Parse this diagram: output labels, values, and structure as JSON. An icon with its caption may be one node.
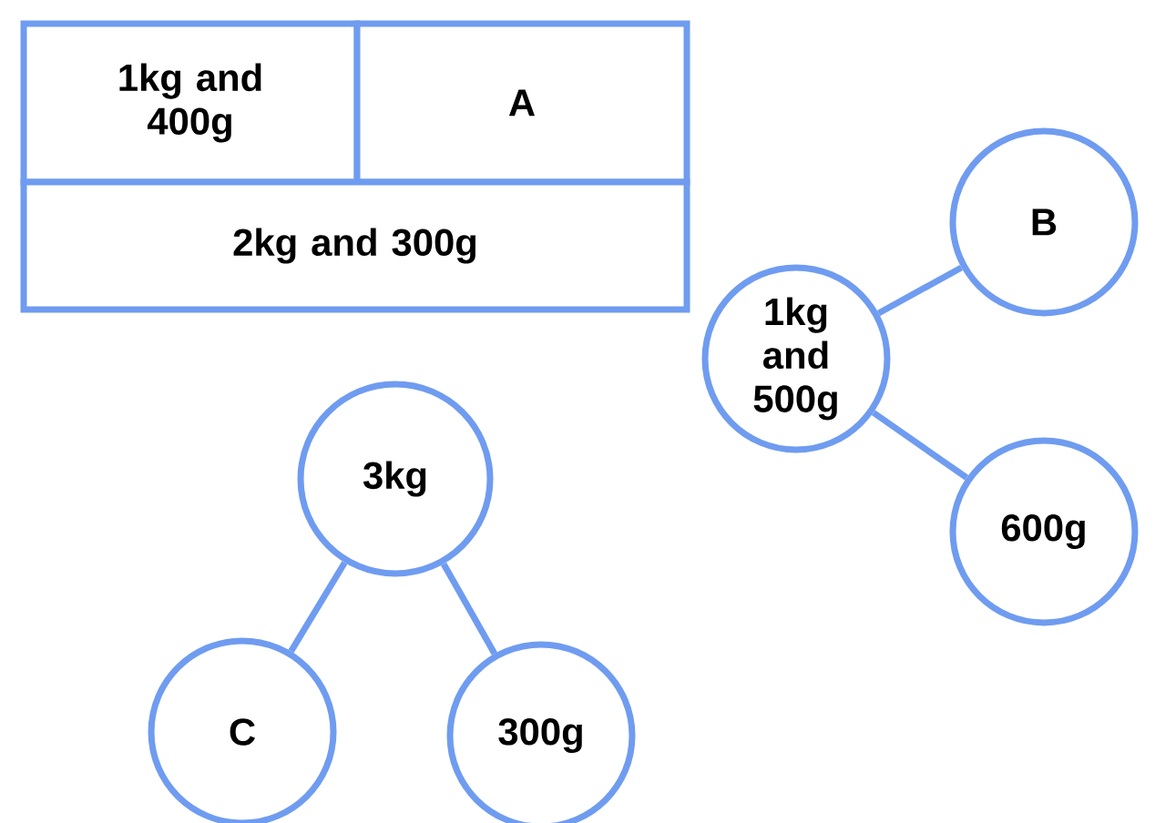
{
  "diagram": {
    "nodes": [
      {
        "text": [
          "1kg and 400g"
        ]
      },
      {
        "text": [
          "A"
        ]
      },
      {
        "text": [
          "2kg and 300g"
        ]
      },
      {
        "text": [
          "B"
        ]
      },
      {
        "text": [
          "1kg and 500g"
        ]
      },
      {
        "text": [
          "600g"
        ]
      },
      {
        "text": [
          "3kg"
        ]
      },
      {
        "text": [
          "C"
        ]
      },
      {
        "text": [
          "300g"
        ]
      }
    ],
    "edges": [
      {
        "from": 4,
        "to": 3,
        "arrow": "none"
      },
      {
        "from": 4,
        "to": 5,
        "arrow": "none"
      },
      {
        "from": 6,
        "to": 7,
        "arrow": "none"
      },
      {
        "from": 6,
        "to": 8,
        "arrow": "none"
      }
    ]
  }
}
